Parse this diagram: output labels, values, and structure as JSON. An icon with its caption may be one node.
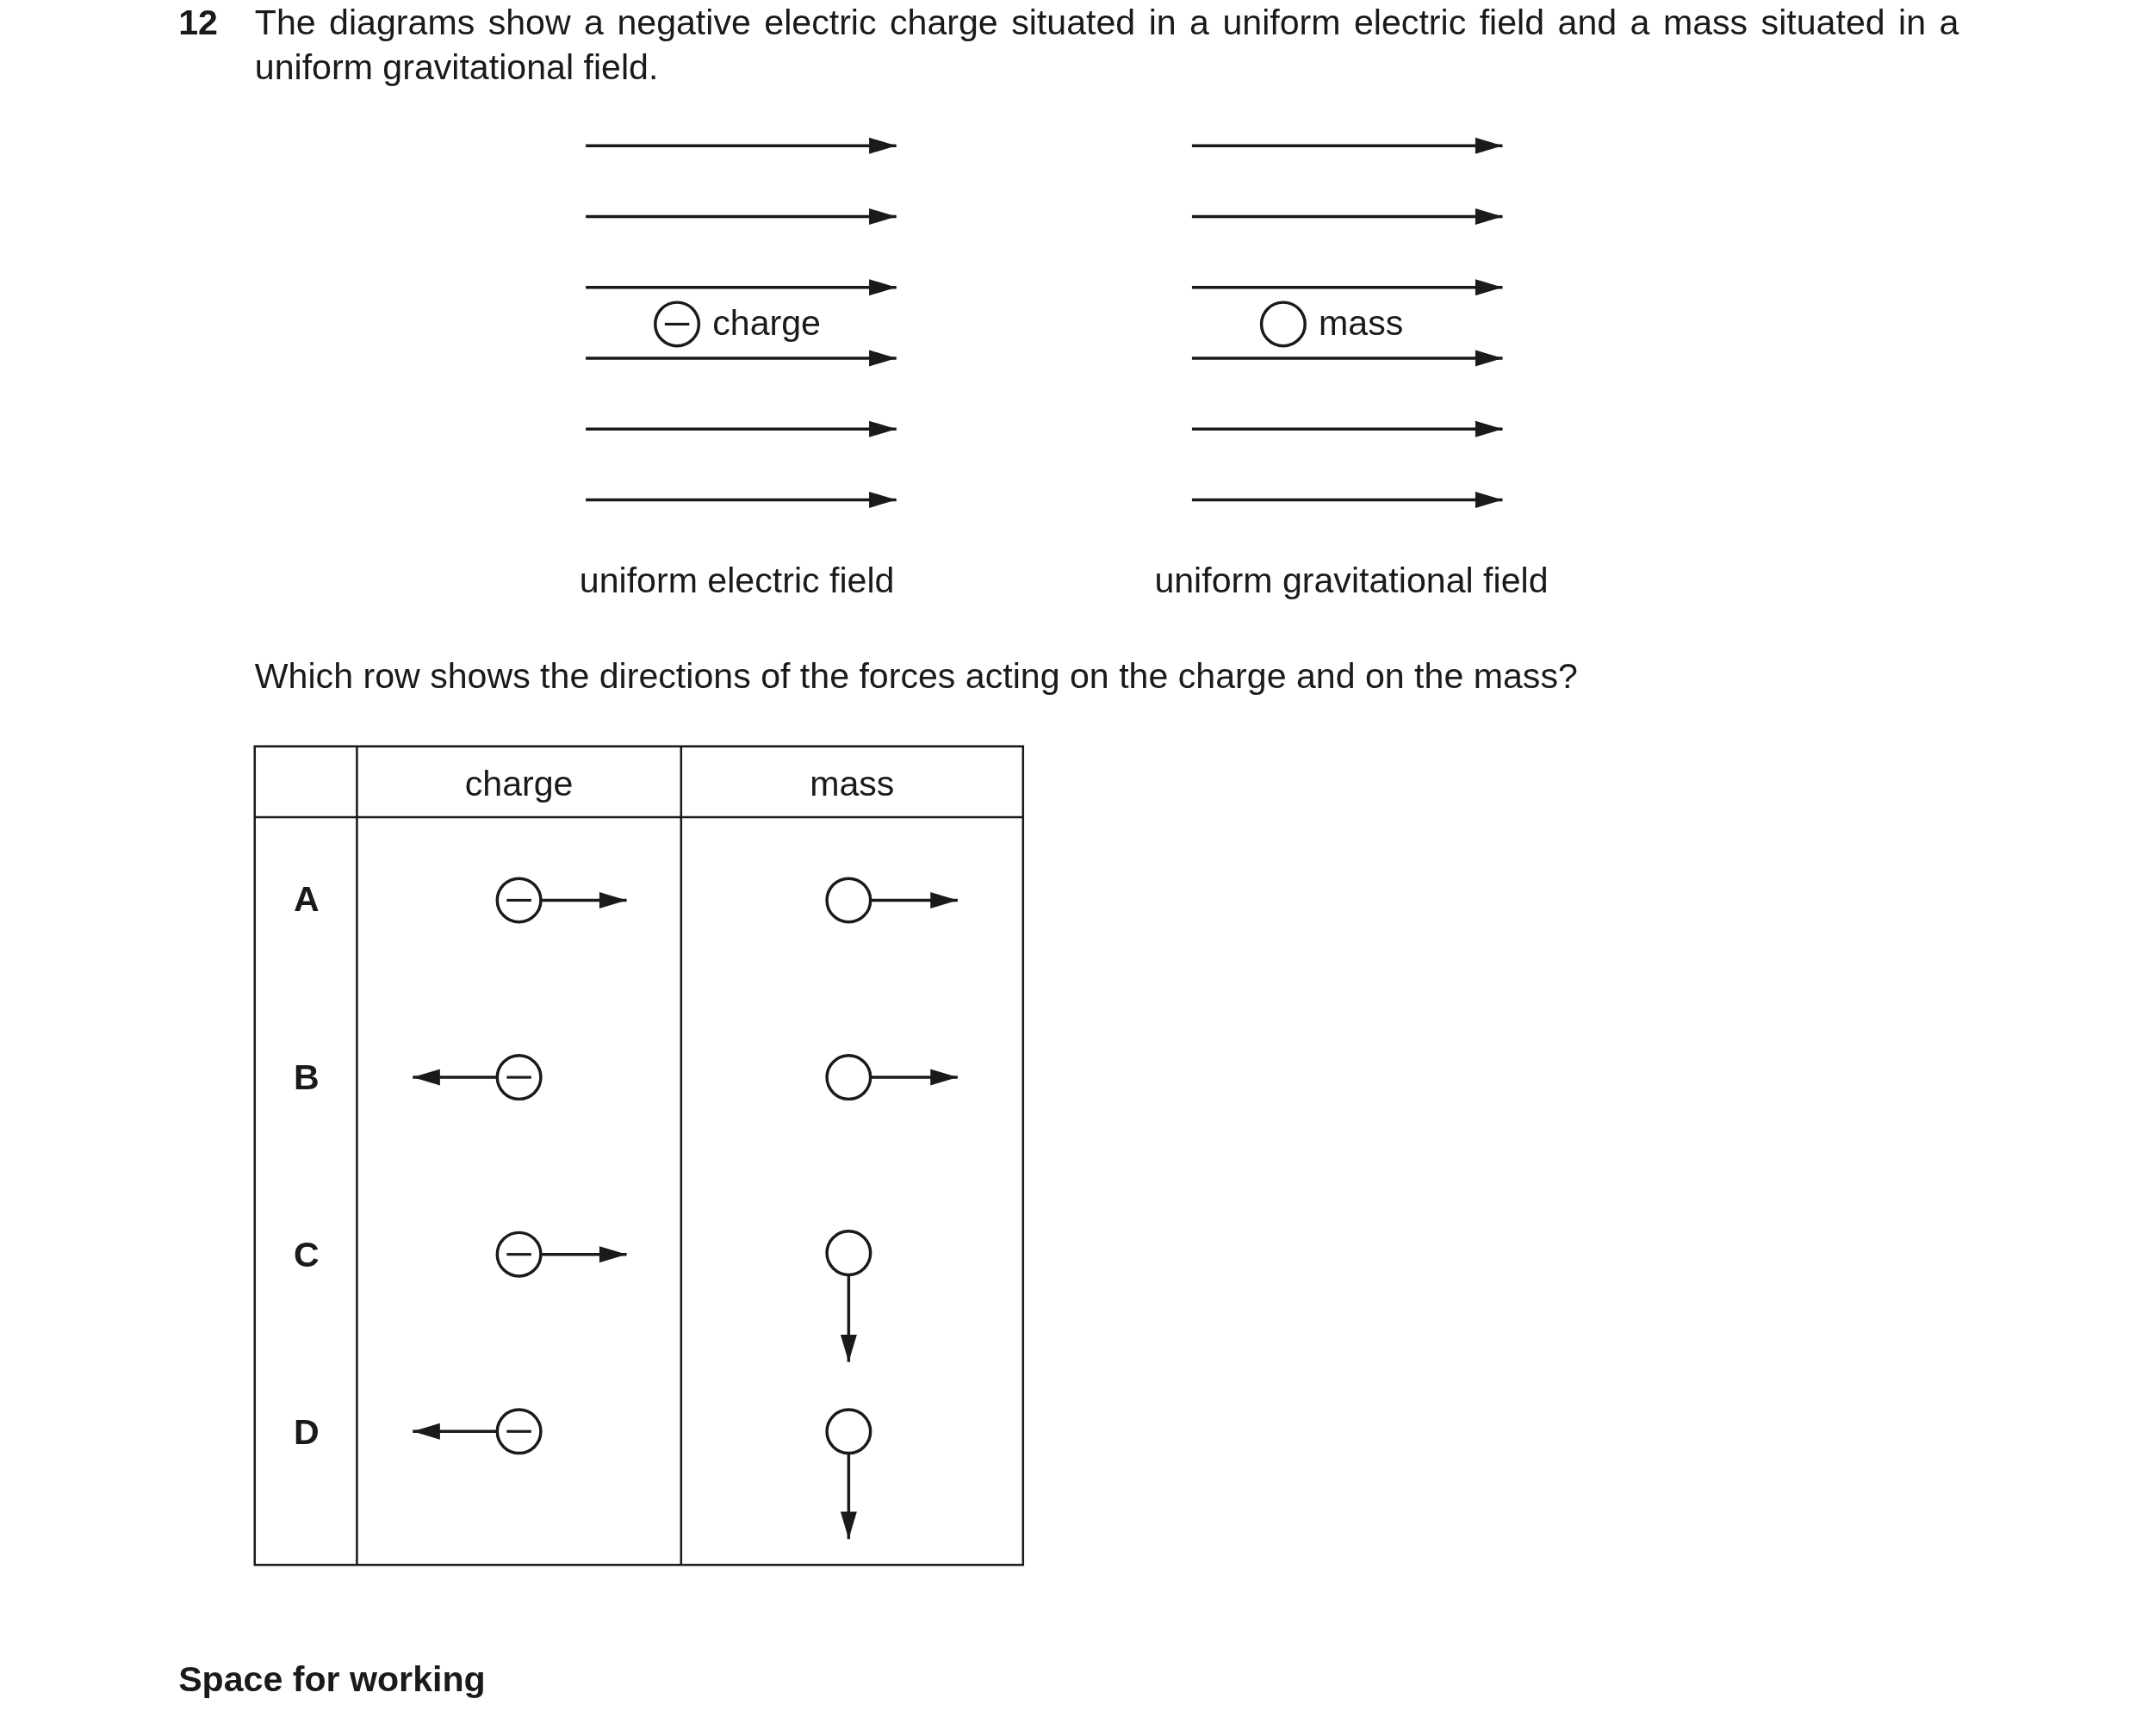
{
  "diagram": {
    "labels": [
      "12",
      "The diagrams show a negative electric charge situated in a uniform electric field and a mass situated in a uniform gravitational field.",
      "charge",
      "mass",
      "uniform electric field",
      "uniform gravitational field",
      "Which row shows the directions of the forces acting on the charge and on the mass?",
      "charge",
      "mass",
      "A",
      "B",
      "C",
      "D",
      "Space for working"
    ]
  }
}
